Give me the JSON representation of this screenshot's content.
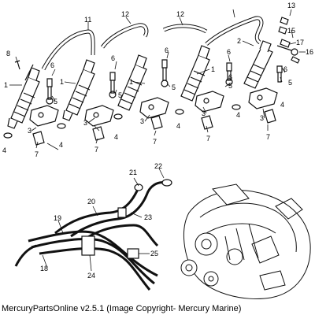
{
  "diagram": {
    "callouts": [
      {
        "id": "c1a",
        "label": "1"
      },
      {
        "id": "c1b",
        "label": "1"
      },
      {
        "id": "c1c",
        "label": "1"
      },
      {
        "id": "c1d",
        "label": "1"
      },
      {
        "id": "c2",
        "label": "2"
      },
      {
        "id": "c3a",
        "label": "3"
      },
      {
        "id": "c3b",
        "label": "3"
      },
      {
        "id": "c3c",
        "label": "3"
      },
      {
        "id": "c3d",
        "label": "3"
      },
      {
        "id": "c3e",
        "label": "3"
      },
      {
        "id": "c4a",
        "label": "4"
      },
      {
        "id": "c4b",
        "label": "4"
      },
      {
        "id": "c4c",
        "label": "4"
      },
      {
        "id": "c4d",
        "label": "4"
      },
      {
        "id": "c4e",
        "label": "4"
      },
      {
        "id": "c4f",
        "label": "4"
      },
      {
        "id": "c5a",
        "label": "5"
      },
      {
        "id": "c5b",
        "label": "5"
      },
      {
        "id": "c5c",
        "label": "5"
      },
      {
        "id": "c5d",
        "label": "5"
      },
      {
        "id": "c5e",
        "label": "5"
      },
      {
        "id": "c6a",
        "label": "6"
      },
      {
        "id": "c6b",
        "label": "6"
      },
      {
        "id": "c6c",
        "label": "6"
      },
      {
        "id": "c6d",
        "label": "6"
      },
      {
        "id": "c6e",
        "label": "6"
      },
      {
        "id": "c6f",
        "label": "6"
      },
      {
        "id": "c7a",
        "label": "7"
      },
      {
        "id": "c7b",
        "label": "7"
      },
      {
        "id": "c7c",
        "label": "7"
      },
      {
        "id": "c7d",
        "label": "7"
      },
      {
        "id": "c7e",
        "label": "7"
      },
      {
        "id": "c8",
        "label": "8"
      },
      {
        "id": "c11",
        "label": "11"
      },
      {
        "id": "c12a",
        "label": "12"
      },
      {
        "id": "c12b",
        "label": "12"
      },
      {
        "id": "c13",
        "label": "13"
      },
      {
        "id": "c15",
        "label": "15"
      },
      {
        "id": "c16",
        "label": "16"
      },
      {
        "id": "c17",
        "label": "17"
      },
      {
        "id": "c18",
        "label": "18"
      },
      {
        "id": "c19",
        "label": "19"
      },
      {
        "id": "c20",
        "label": "20"
      },
      {
        "id": "c21",
        "label": "21"
      },
      {
        "id": "c22",
        "label": "22"
      },
      {
        "id": "c23",
        "label": "23"
      },
      {
        "id": "c24",
        "label": "24"
      },
      {
        "id": "c25",
        "label": "25"
      }
    ]
  },
  "footer": {
    "caption": "MercuryPartsOnline v2.5.1 (Image Copyright- Mercury Marine)"
  }
}
